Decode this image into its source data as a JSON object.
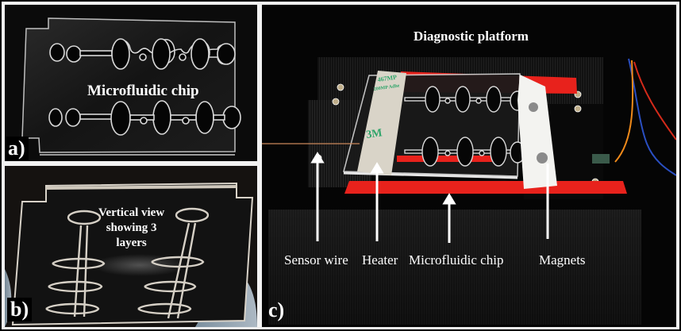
{
  "figure": {
    "panels": [
      {
        "letter": "a)",
        "title": "Microfluidic chip"
      },
      {
        "letter": "b)",
        "title_lines": [
          "Vertical view",
          "showing 3",
          "layers"
        ]
      },
      {
        "letter": "c)",
        "title": "Diagnostic platform",
        "callouts": [
          "Sensor wire",
          "Heater",
          "Microfluidic chip",
          "Magnets"
        ],
        "tape_text": [
          "467MP",
          "200MP Adhe",
          "3M"
        ]
      }
    ]
  },
  "colors": {
    "background": "#000000",
    "gutter": "#f2f2f2",
    "label_text": "#ffffff",
    "red_frame": "#e8221c",
    "tape": "#d9d4c8",
    "tape_print": "#2fa56a",
    "magnet_block": "#f3f3f0",
    "wire_orange": "#f08a1a",
    "wire_red": "#d42a1a",
    "wire_blue": "#2a4fc2",
    "sensor_wire": "#c9865a"
  }
}
